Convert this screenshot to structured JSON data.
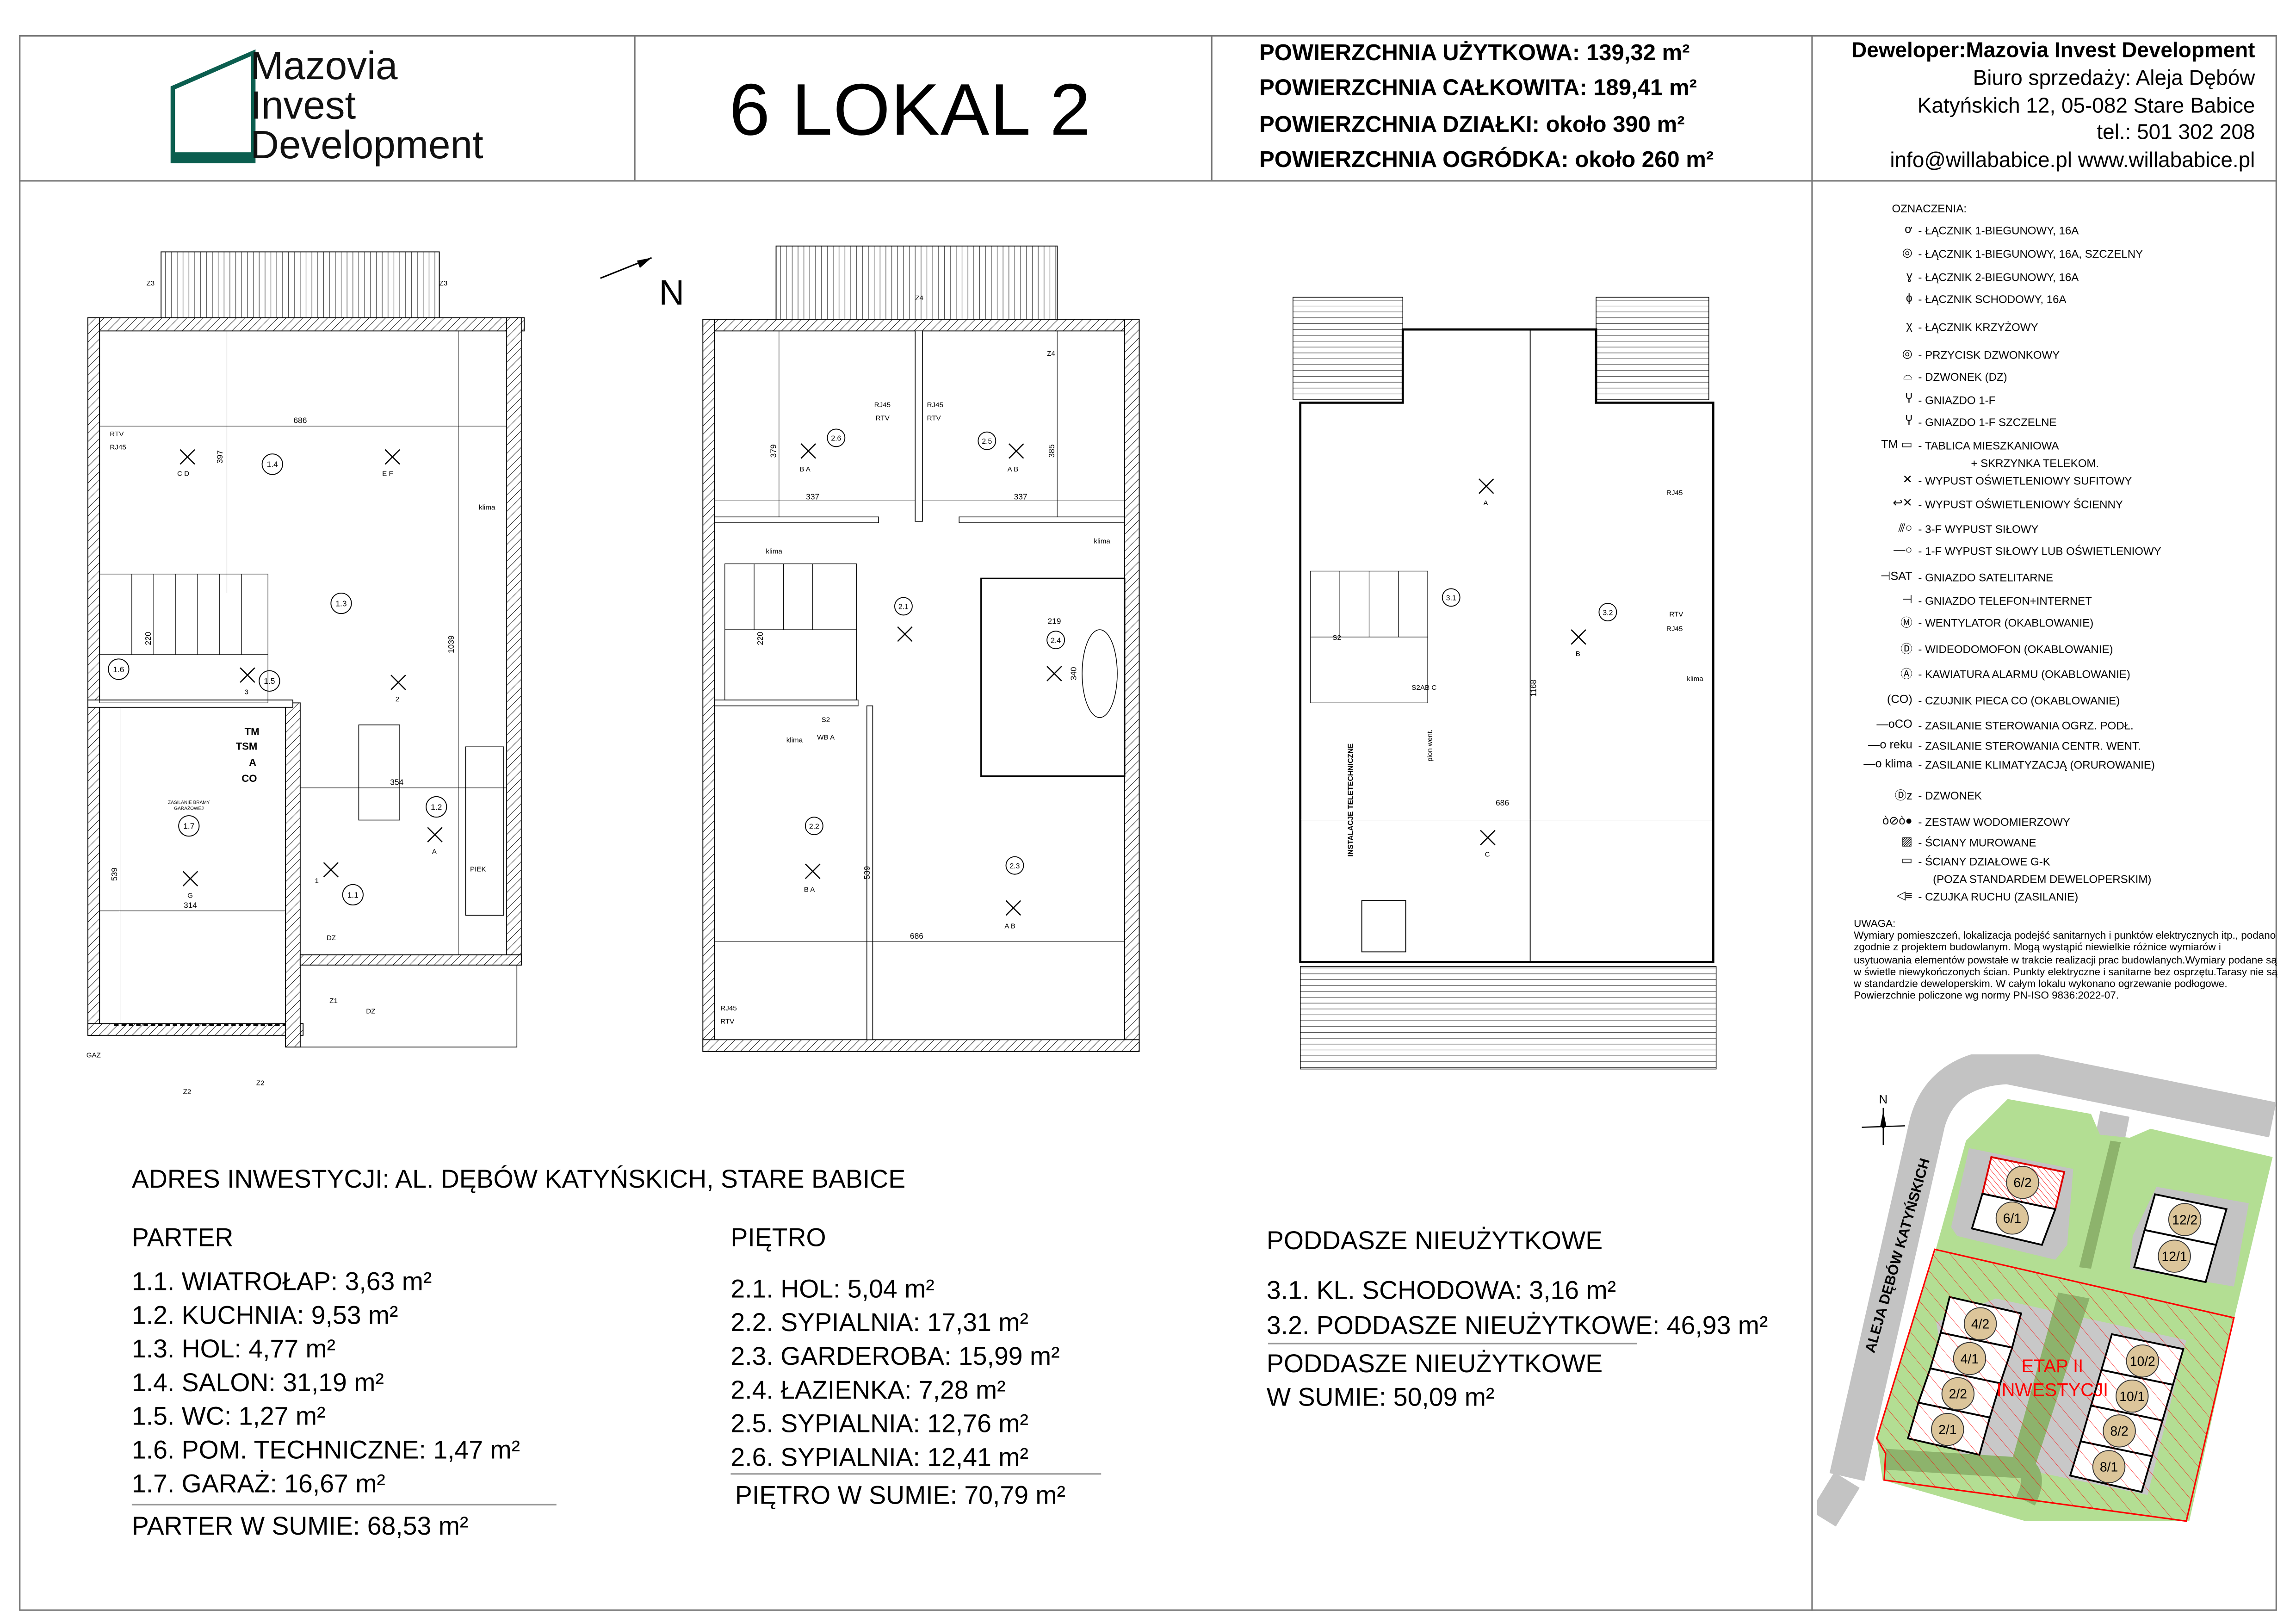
{
  "header": {
    "logo": [
      "Mazovia",
      "Invest",
      "Development"
    ],
    "title": "6 LOKAL 2",
    "areas": [
      "POWIERZCHNIA UŻYTKOWA: 139,32 m²",
      "POWIERZCHNIA CAŁKOWITA: 189,41 m²",
      "POWIERZCHNIA DZIAŁKI: około 390 m²",
      "POWIERZCHNIA OGRÓDKA: około 260 m²"
    ],
    "developer": [
      "Deweloper:Mazovia Invest Development",
      "Biuro sprzedaży: Aleja Dębów",
      "Katyńskich 12, 05-082 Stare Babice",
      "tel.: 501 302 208",
      "info@willababice.pl  www.willababice.pl"
    ],
    "brand_color": "#0b5e4f"
  },
  "north_arrow": "N",
  "plans": {
    "parter": {
      "rooms": [
        "1.1",
        "1.2",
        "1.3",
        "1.4",
        "1.5",
        "1.6",
        "1.7"
      ],
      "dims": [
        "686",
        "397",
        "1039",
        "354",
        "539",
        "314",
        "220"
      ],
      "labels": [
        "TM",
        "TSM",
        "A",
        "CO",
        "ZASILANIE BRAMY",
        "GARAŻOWEJ",
        "RTV",
        "RJ45",
        "klima",
        "Z3",
        "Z3",
        "Z2",
        "Z2",
        "Z1",
        "DZ",
        "GAZ",
        "PIEK",
        "C  D",
        "E  F",
        "2",
        "G",
        "A",
        "1",
        "3",
        "DZ"
      ]
    },
    "pietro": {
      "rooms": [
        "2.1",
        "2.2",
        "2.3",
        "2.4",
        "2.5",
        "2.6"
      ],
      "dims": [
        "379",
        "337",
        "385",
        "337",
        "220",
        "219",
        "340",
        "539",
        "686"
      ],
      "labels": [
        "klima",
        "klima",
        "RJ45",
        "RTV",
        "RJ45",
        "RTV",
        "RJ45",
        "RTV",
        "Z4",
        "Z4",
        "B  A",
        "A  B",
        "B  A",
        "A  B",
        "klima",
        "S2",
        "WB  A"
      ]
    },
    "poddasze": {
      "rooms": [
        "3.1",
        "3.2"
      ],
      "dims": [
        "1168",
        "686"
      ],
      "labels": [
        "RJ45",
        "RTV",
        "RJ45",
        "klima",
        "INSTALACJE TELETECHNICZNE",
        "pion went.",
        "A",
        "B",
        "C",
        "S2",
        "S2AB  C"
      ]
    }
  },
  "legend": {
    "title": "OZNACZENIA:",
    "items": [
      {
        "icon": "single-pole-switch",
        "glyph": "ơ",
        "label": "- ŁĄCZNIK 1-BIEGUNOWY, 16A"
      },
      {
        "icon": "sealed-switch",
        "glyph": "◎",
        "label": "- ŁĄCZNIK 1-BIEGUNOWY, 16A, SZCZELNY"
      },
      {
        "icon": "double-pole-switch",
        "glyph": "ɣ",
        "label": "- ŁĄCZNIK 2-BIEGUNOWY, 16A"
      },
      {
        "icon": "stair-switch",
        "glyph": "ɸ",
        "label": "- ŁĄCZNIK SCHODOWY, 16A"
      },
      {
        "icon": "cross-switch",
        "glyph": "χ",
        "label": "- ŁĄCZNIK KRZYŻOWY"
      },
      {
        "icon": "bell-button",
        "glyph": "◎",
        "label": "- PRZYCISK DZWONKOWY"
      },
      {
        "icon": "bell",
        "glyph": "⌓",
        "label": "- DZWONEK (DZ)"
      },
      {
        "icon": "socket",
        "glyph": "Ⴤ",
        "label": "- GNIAZDO 1-F"
      },
      {
        "icon": "sealed-socket",
        "glyph": "Ⴤ",
        "label": "- GNIAZDO 1-F SZCZELNE"
      },
      {
        "icon": "panel-board",
        "glyph": "TM ▭",
        "label": "- TABLICA MIESZKANIOWA"
      },
      {
        "icon": "ceiling-light",
        "glyph": "✕",
        "label": "- WYPUST OŚWIETLENIOWY SUFITOWY"
      },
      {
        "icon": "wall-light",
        "glyph": "↩✕",
        "label": "- WYPUST OŚWIETLENIOWY ŚCIENNY"
      },
      {
        "icon": "three-phase-outlet",
        "glyph": "⫻○",
        "label": "- 3-F WYPUST SIŁOWY"
      },
      {
        "icon": "single-phase-outlet",
        "glyph": "—○",
        "label": "- 1-F WYPUST SIŁOWY LUB OŚWIETLENIOWY"
      },
      {
        "icon": "satellite-socket",
        "glyph": "⊣SAT",
        "label": "- GNIAZDO SATELITARNE"
      },
      {
        "icon": "phone-socket",
        "glyph": "⊣",
        "label": "- GNIAZDO TELEFON+INTERNET"
      },
      {
        "icon": "fan",
        "glyph": "Ⓜ",
        "label": "- WENTYLATOR (OKABLOWANIE)"
      },
      {
        "icon": "video-intercom",
        "glyph": "Ⓓ",
        "label": "- WIDEODOMOFON (OKABLOWANIE)"
      },
      {
        "icon": "alarm-keypad",
        "glyph": "Ⓐ",
        "label": "- KAWIATURA ALARMU (OKABLOWANIE)"
      },
      {
        "icon": "co-sensor",
        "glyph": "(CO)",
        "label": "- CZUJNIK PIECA CO (OKABLOWANIE)"
      },
      {
        "icon": "floor-heating-power",
        "glyph": "—oCO",
        "label": "- ZASILANIE STEROWANIA OGRZ. PODŁ."
      },
      {
        "icon": "recuperation-power",
        "glyph": "—o reku",
        "label": "- ZASILANIE STEROWANIA CENTR. WENT."
      },
      {
        "icon": "aircon-power",
        "glyph": "—o klima",
        "label": "- ZASILANIE KLIMATYZACJĄ (ORUROWANIE)"
      },
      {
        "icon": "doorbell",
        "glyph": "Ⓓz",
        "label": "- DZWONEK"
      },
      {
        "icon": "water-meter",
        "glyph": "ò⊘ò●",
        "label": "- ZESTAW WODOMIERZOWY"
      },
      {
        "icon": "masonry-wall",
        "glyph": "▨",
        "label": "- ŚCIANY MUROWANE"
      },
      {
        "icon": "drywall",
        "glyph": "▭",
        "label": "- ŚCIANY DZIAŁOWE G-K"
      },
      {
        "icon": "motion-sensor",
        "glyph": "◁≡",
        "label": "- CZUJKA RUCHU (ZASILANIE)"
      }
    ],
    "panel_board_line2": "+ SKRZYNKA TELEKOM.",
    "drywall_line2": "(POZA STANDARDEM  DEWELOPERSKIM)"
  },
  "notes": {
    "title": "UWAGA:",
    "text": "Wymiary pomieszczeń, lokalizacja podejść sanitarnych i punktów elektrycznych itp., podano zgodnie z projektem budowlanym. Mogą wystąpić niewielkie różnice wymiarów i usytuowania elementów powstałe w trakcie realizacji prac budowlanych.Wymiary podane są w świetle niewykończonych ścian. Punkty elektryczne i sanitarne bez osprzętu.Tarasy nie są w standardzie deweloperskim. W całym lokalu wykonano ogrzewanie podłogowe. Powierzchnie policzone wg normy PN-ISO 9836:2022-07."
  },
  "summary": {
    "address": "ADRES INWESTYCJI: AL. DĘBÓW KATYŃSKICH, STARE BABICE",
    "parter": {
      "title": "PARTER",
      "rooms": [
        "1.1. WIATROŁAP: 3,63 m²",
        "1.2. KUCHNIA: 9,53 m²",
        "1.3. HOL: 4,77 m²",
        "1.4. SALON:  31,19 m²",
        "1.5. WC: 1,27 m²",
        "1.6. POM. TECHNICZNE: 1,47 m²",
        "1.7. GARAŻ: 16,67 m²"
      ],
      "total": "PARTER W SUMIE: 68,53 m²"
    },
    "pietro": {
      "title": "PIĘTRO",
      "rooms": [
        "2.1. HOL: 5,04 m²",
        "2.2. SYPIALNIA: 17,31 m²",
        "2.3. GARDEROBA: 15,99 m²",
        "2.4. ŁAZIENKA: 7,28 m²",
        "2.5. SYPIALNIA: 12,76 m²",
        "2.6. SYPIALNIA: 12,41 m²"
      ],
      "total": "PIĘTRO W SUMIE: 70,79 m²"
    },
    "poddasze": {
      "title": "PODDASZE NIEUŻYTKOWE",
      "rooms": [
        "3.1. KL. SCHODOWA: 3,16 m²",
        "3.2. PODDASZE NIEUŻYTKOWE: 46,93 m²"
      ],
      "total_1": "PODDASZE NIEUŻYTKOWE",
      "total_2": "W SUMIE: 50,09 m²"
    }
  },
  "site_plan": {
    "street": "ALEJA DĘBÓW KATYŃSKICH",
    "north": "N",
    "stage": [
      "ETAP II",
      "INWESTYCJI"
    ],
    "units": [
      "6/2",
      "6/1",
      "12/2",
      "12/1",
      "4/2",
      "4/1",
      "2/2",
      "2/1",
      "10/2",
      "10/1",
      "8/2",
      "8/1"
    ],
    "highlight_unit": "6/2",
    "colors": {
      "road": "#c3c3c3",
      "grass": "#b3de93",
      "path": "#8db36c",
      "badge": "#dcc59a",
      "stage": "#ff0000"
    }
  }
}
